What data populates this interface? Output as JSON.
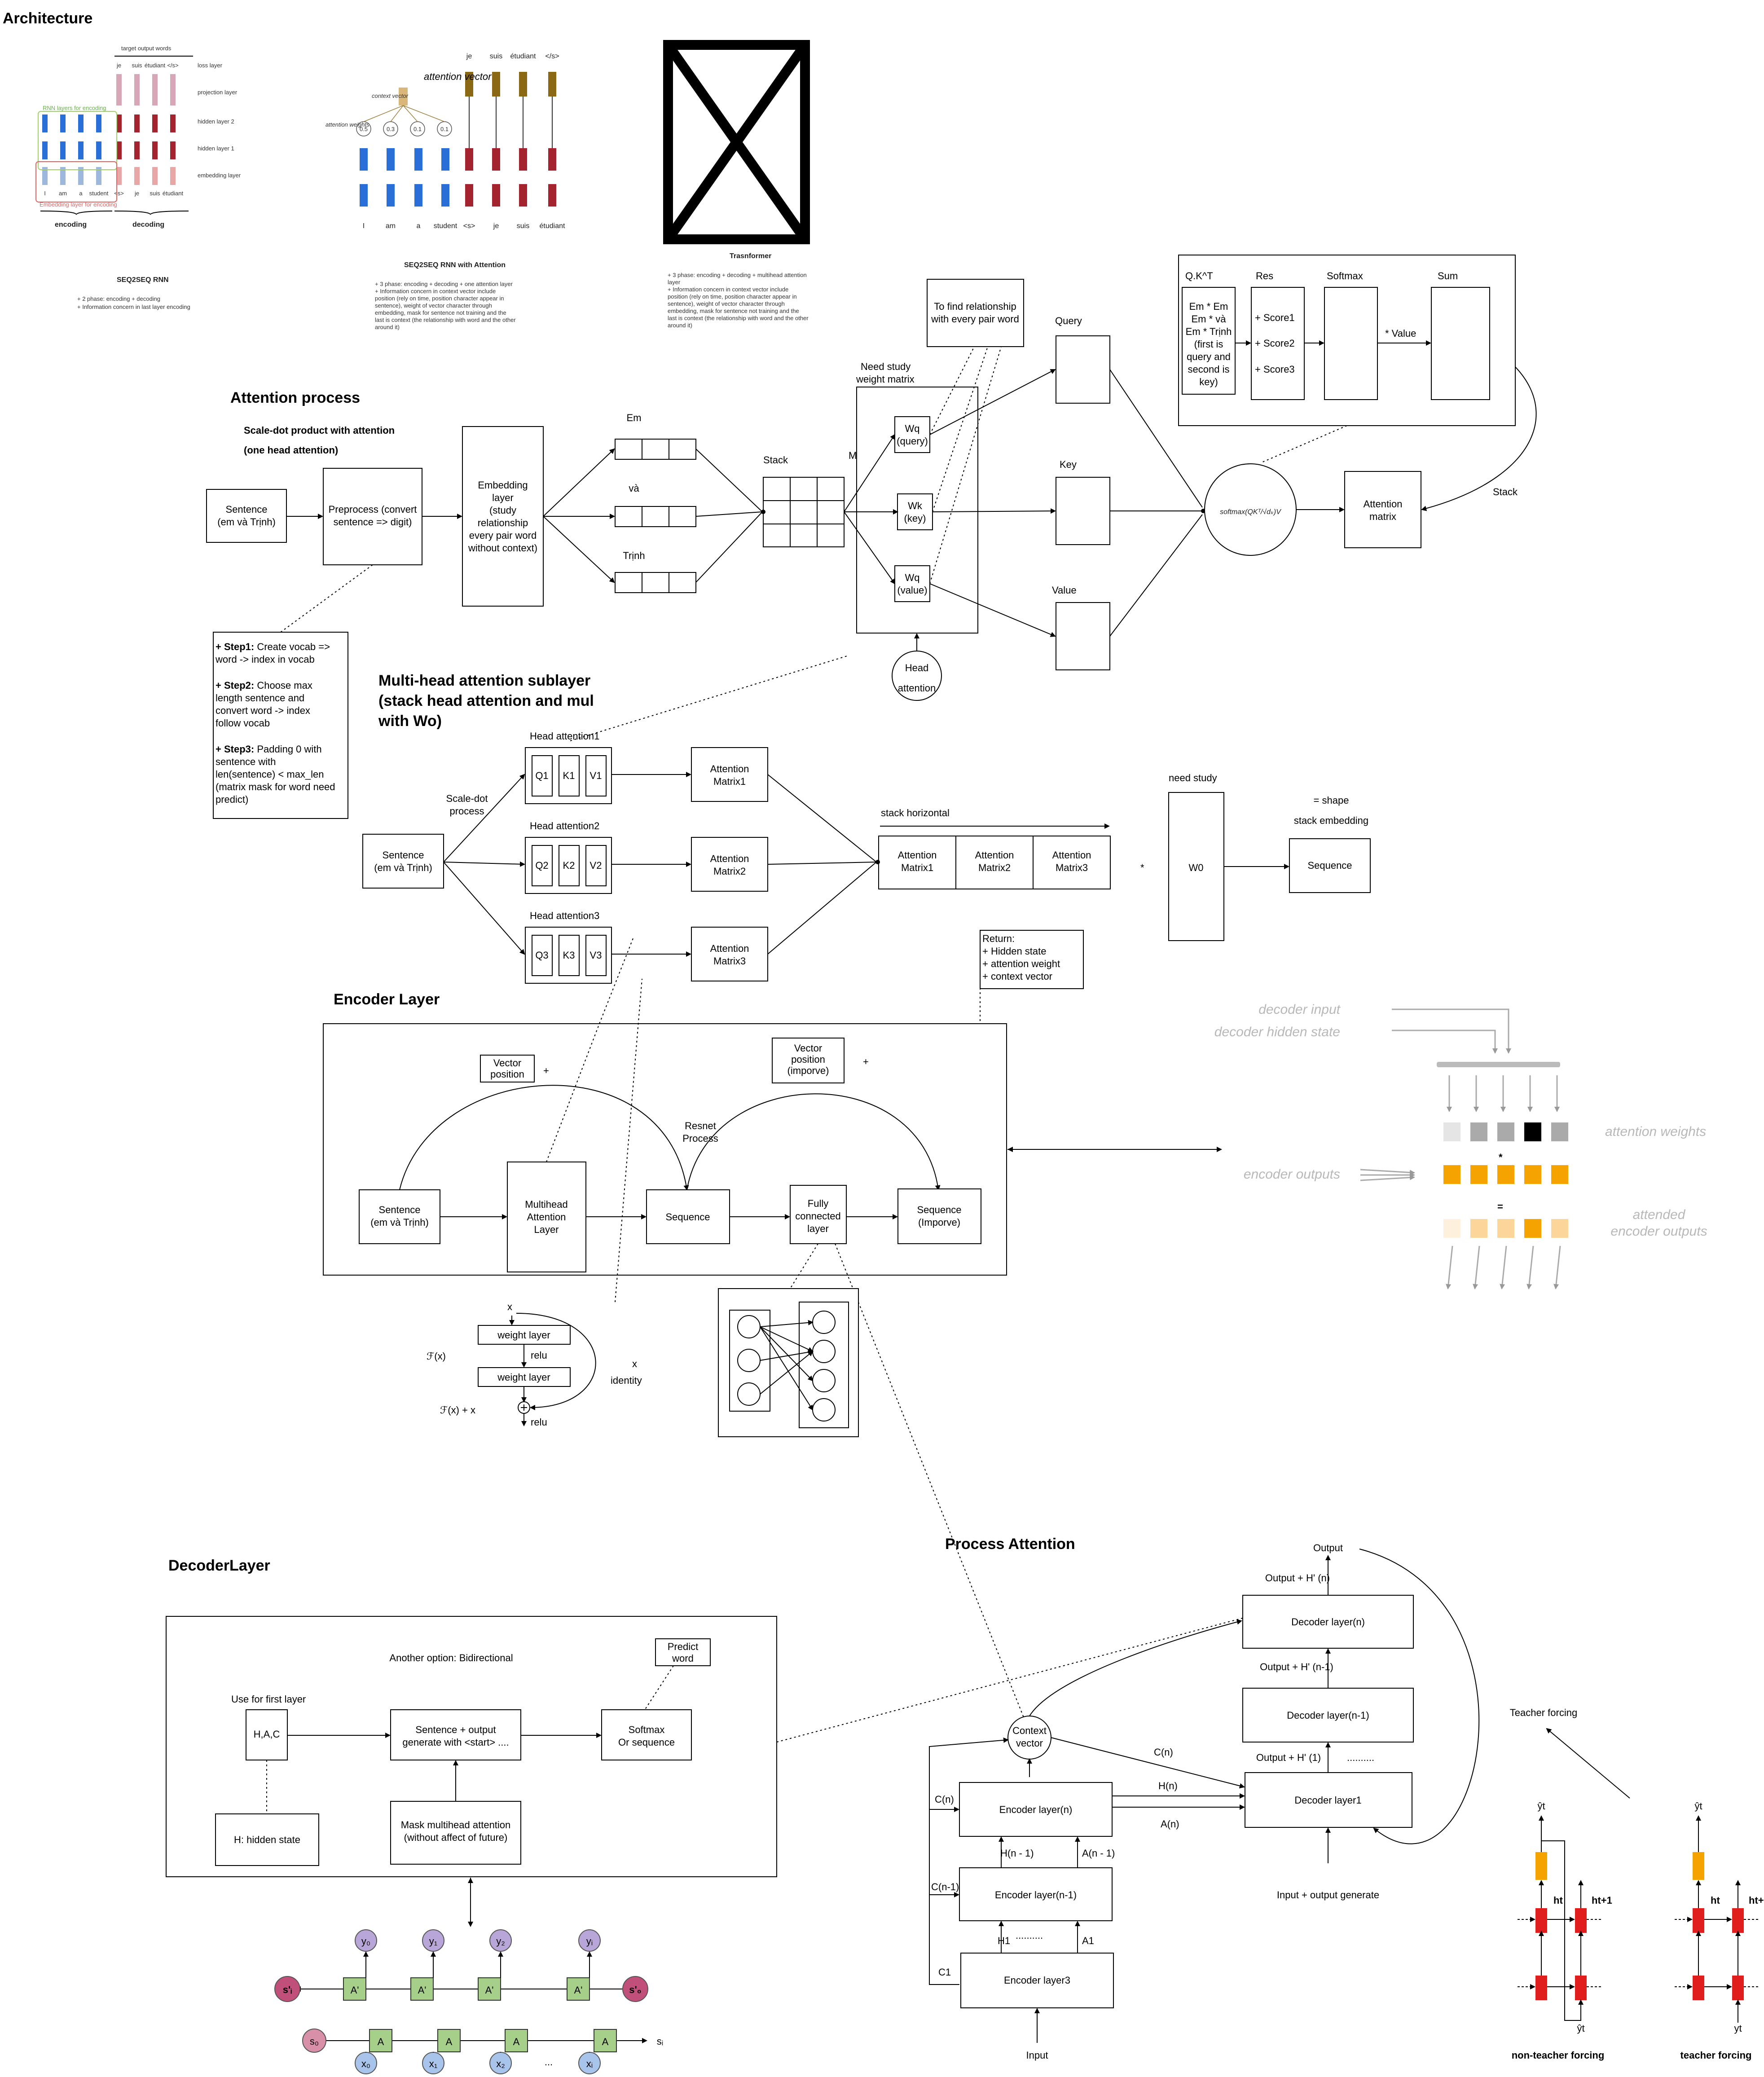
{
  "arch": {
    "title": "Architecture",
    "rnn_caption": "SEQ2SEQ RNN",
    "rnn_desc": [
      "+ 2 phase: encoding + decoding",
      "+ Information concern in last layer encoding"
    ],
    "rnn_enc": "encoding",
    "rnn_dec": "decoding",
    "rnn_layers": [
      "target output words",
      "loss layer",
      "projection layer",
      "hidden layer 2",
      "hidden layer 1",
      "embedding layer"
    ],
    "rnn_tokens": [
      "I",
      "am",
      "a",
      "student",
      "<s>",
      "je",
      "suis",
      "étudiant"
    ],
    "rnn_out": [
      "je",
      "suis",
      "étudiant",
      "</s>"
    ],
    "rnn_green": "RNN layers for encoding",
    "rnn_red": "Embedding layer for encoding",
    "att_caption": "SEQ2SEQ RNN with Attention",
    "att_desc": [
      "+ 3 phase: encoding + decoding + one attention layer",
      "+ Information concern in context vector include",
      "position (rely on time, position character appear in",
      "sentence), weight of vector character through",
      "embedding, mask for sentence not training and the",
      "last is context (the relationship with word and the other",
      "around it)"
    ],
    "att_vector": "attention vector",
    "att_context": "context vector",
    "att_weights": "attention weights",
    "att_vals": [
      "0.5",
      "0.3",
      "0.1",
      "0.1"
    ],
    "att_tokens": [
      "I",
      "am",
      "a",
      "student",
      "<s>",
      "je",
      "suis",
      "étudiant"
    ],
    "att_out": [
      "je",
      "suis",
      "étudiant",
      "</s>"
    ],
    "tr_caption": "Trasnformer",
    "tr_desc": [
      "+ 3 phase: encoding + decoding + multihead attention",
      "layer",
      "+ Information concern in context vector include",
      "position (rely on time, position character appear in",
      "sentence), weight of vector character through",
      "embedding, mask for sentence not training and the",
      "last is context (the relationship with word and the other",
      "around it)"
    ]
  },
  "attention": {
    "title": "Attention process",
    "subtitle1": "Scale-dot product with attention",
    "subtitle2": "(one head attention)",
    "sentence": [
      "Sentence",
      "(em và Trịnh)"
    ],
    "preprocess": [
      "Preprocess (convert",
      "sentence => digit)"
    ],
    "embedding": [
      "Embedding",
      "layer",
      "(study",
      "relationship",
      "every pair word",
      "without context)"
    ],
    "words": [
      "Em",
      "và",
      "Trịnh"
    ],
    "stack": "Stack",
    "mul": "Mul",
    "need_study": [
      "Need study",
      "weight matrix"
    ],
    "wq": [
      "Wq",
      "(query)"
    ],
    "wk": [
      "Wk",
      "(key)"
    ],
    "wv": [
      "Wq",
      "(value)"
    ],
    "head": [
      "Head",
      "attention"
    ],
    "find_rel": [
      "To find relationship",
      "with every pair word"
    ],
    "query": "Query",
    "key": "Key",
    "value": "Value",
    "softmax_formula": "softmax(QKᵀ/√dₖ)V",
    "att_matrix": [
      "Attention",
      "matrix"
    ],
    "stack_right": "Stack",
    "qk_panel": {
      "qkt": "Q.K^T",
      "res": "Res",
      "softmax": "Softmax",
      "sum": "Sum",
      "cell": [
        "Em * Em",
        "Em * và",
        "Em * Trịnh",
        "(first is",
        "query and",
        "second is",
        "key)"
      ],
      "scores": [
        "+ Score1",
        "+ Score2",
        "+ Score3"
      ],
      "value_mul": "* Value"
    },
    "steps": [
      {
        "b": "+ Step1:",
        "t": [
          " Create vocab =>",
          "word -> index in vocab"
        ]
      },
      {
        "b": "+ Step2:",
        "t": [
          " Choose max",
          "length sentence and",
          "convert word -> index",
          "follow vocab"
        ]
      },
      {
        "b": "+ Step3:",
        "t": [
          " Padding 0 with",
          "sentence with",
          "len(sentence) < max_len",
          "(matrix mask for word need",
          "predict)"
        ]
      }
    ]
  },
  "multihead": {
    "title": [
      "Multi-head attention sublayer",
      "(stack head attention and mul",
      "with Wo)"
    ],
    "sentence": [
      "Sentence",
      "(em và Trịnh)"
    ],
    "scale_dot": [
      "Scale-dot",
      "process"
    ],
    "heads": [
      {
        "label": "Head attention1",
        "q": "Q1",
        "k": "K1",
        "v": "V1",
        "m": [
          "Attention",
          "Matrix1"
        ]
      },
      {
        "label": "Head attention2",
        "q": "Q2",
        "k": "K2",
        "v": "V2",
        "m": [
          "Attention",
          "Matrix2"
        ]
      },
      {
        "label": "Head attention3",
        "q": "Q3",
        "k": "K3",
        "v": "V3",
        "m": [
          "Attention",
          "Matrix3"
        ]
      }
    ],
    "stack_h": "stack horizontal",
    "stacked": [
      [
        "Attention",
        "Matrix1"
      ],
      [
        "Attention",
        "Matrix2"
      ],
      [
        "Attention",
        "Matrix3"
      ]
    ],
    "star": "*",
    "need_study": "need study",
    "w0": "W0",
    "shape": [
      "= shape",
      "stack embedding"
    ],
    "sequence": "Sequence",
    "returns": [
      "Return:",
      "+ Hidden state",
      "+ attention weight",
      "+ context vector"
    ]
  },
  "encoder": {
    "title": "Encoder Layer",
    "vec_pos": [
      "Vector",
      "position"
    ],
    "vec_pos2": [
      "Vector",
      "position",
      "(imporve)"
    ],
    "plus": "+",
    "resnet": [
      "Resnet",
      "Process"
    ],
    "sentence": [
      "Sentence",
      "(em và Trịnh)"
    ],
    "multihead": [
      "Multihead",
      "Attention",
      "Layer"
    ],
    "sequence": "Sequence",
    "fc": [
      "Fully",
      "connected",
      "layer"
    ],
    "seq_imp": [
      "Sequence",
      "(Imporve)"
    ],
    "res_x": "x",
    "res_weight": "weight layer",
    "res_relu": "relu",
    "res_fx": "ℱ(x)",
    "res_identity": [
      "x",
      "identity"
    ],
    "res_fxx": "ℱ(x) + x"
  },
  "attn_fig": {
    "dec_input": "decoder input",
    "dec_hidden": "decoder hidden state",
    "weights": "attention weights",
    "enc_out": "encoder outputs",
    "attended": [
      "attended",
      "encoder outputs"
    ],
    "star": "*",
    "eq": "="
  },
  "decoder": {
    "title": "DecoderLayer",
    "bidir": "Another option: Bidirectional",
    "predict": [
      "Predict",
      "word"
    ],
    "first": "Use for first layer",
    "hac": "H,A,C",
    "sent_out": [
      "Sentence + output",
      "generate with <start> ...."
    ],
    "softmax": [
      "Softmax",
      "Or sequence"
    ],
    "hidden": "H: hidden state",
    "mask": [
      "Mask multihead attention",
      "(without affect of future)"
    ],
    "rnn_y": [
      "y₀",
      "y₁",
      "y₂",
      "yᵢ"
    ],
    "rnn_x": [
      "x₀",
      "x₁",
      "x₂",
      "xᵢ"
    ],
    "rnn_s0": "s₀",
    "rnn_si": "sᵢ",
    "rnn_s1p": "s'ᵢ",
    "rnn_s0p": "s'₀",
    "rnn_a": "A",
    "rnn_ap": "A'",
    "rnn_dots": "..."
  },
  "process": {
    "title": "Process Attention",
    "output": "Output",
    "out_n": "Output + H' (n)",
    "dec_n": "Decoder layer(n)",
    "out_n1": "Output + H' (n-1)",
    "dec_n1": "Decoder layer(n-1)",
    "out_1": "Output + H' (1)",
    "dec_1": "Decoder layer1",
    "context": [
      "Context",
      "vector"
    ],
    "enc_n": "Encoder layer(n)",
    "enc_n1": "Encoder layer(n-1)",
    "enc_3": "Encoder layer3",
    "cn": "C(n)",
    "hn": "H(n)",
    "an": "A(n)",
    "cn_left": "C(n)",
    "cn1": "C(n-1)",
    "c1": "C1",
    "hn1": "H(n - 1)",
    "an1": "A(n - 1)",
    "h1": "H1",
    "a1": "A1",
    "input": "Input",
    "input_gen": "Input + output generate",
    "teacher": "Teacher forcing",
    "non_tf": "non-teacher forcing",
    "tf": "teacher forcing",
    "dots": "..........",
    "y_hat": "ŷt",
    "h_t": "ht",
    "h_t1": "ht+1",
    "y_t": "yt"
  }
}
